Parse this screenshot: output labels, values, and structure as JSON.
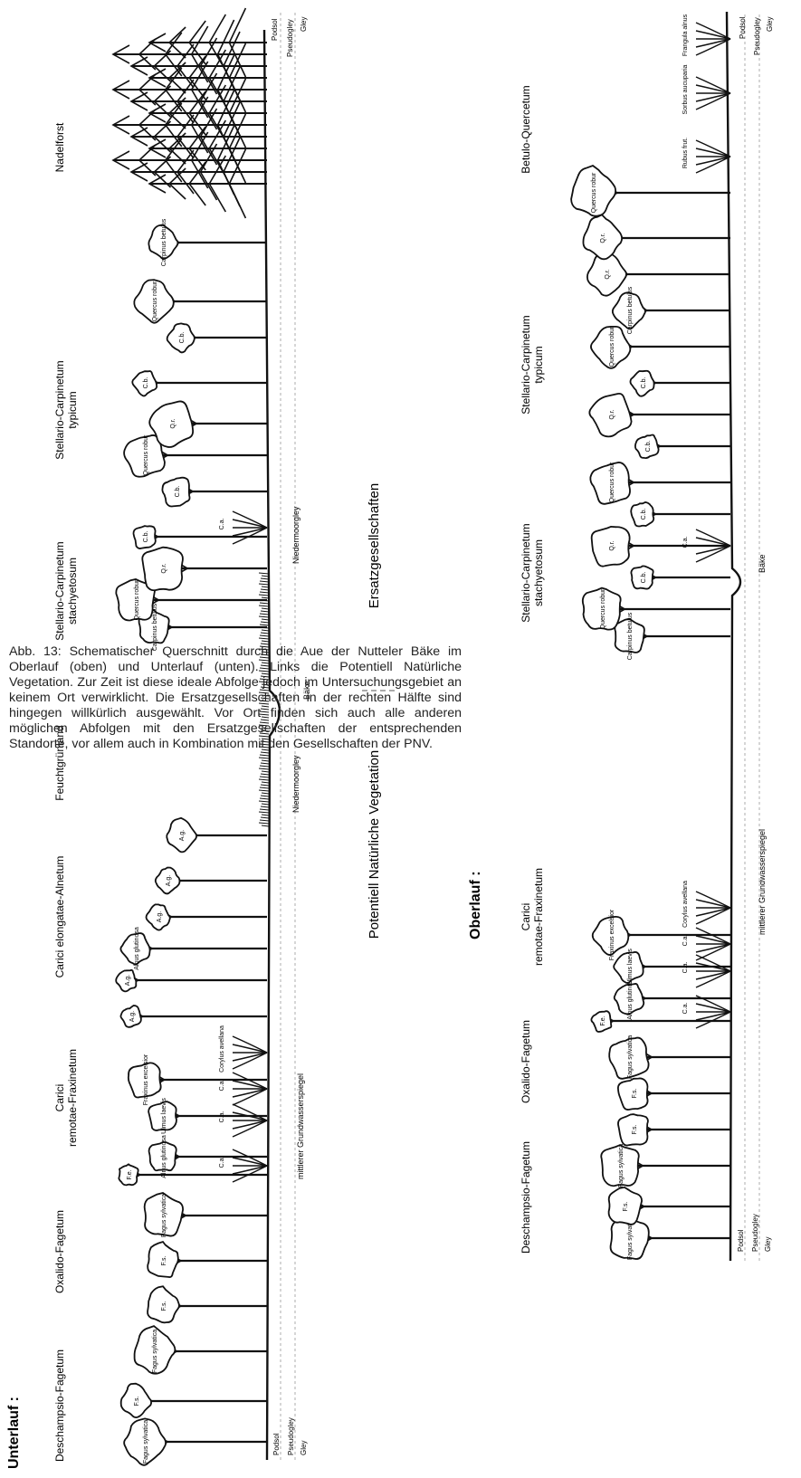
{
  "sections": {
    "lower_title": "Unterlauf :",
    "upper_title": "Oberlauf :"
  },
  "lower": {
    "communities": [
      "Deschampsio-Fagetum",
      "Oxalido-Fagetum",
      "Carici remotae-Fraxinetum",
      "Carici elongatae-Alnetum",
      "Feuchtgrünland",
      "Stellario-Carpinetum stachyetosum",
      "Stellario-Carpinetum typicum",
      "Nadelforst"
    ],
    "soils": [
      "Podsol",
      "Pseudogley",
      "Gley"
    ],
    "labels": {
      "groundwater": "mittlerer Grundwasserspiegel",
      "niedermoorgley_1": "Niedermoorgley",
      "niedermoorgley_2": "Niedermoorgley",
      "stream": "Bäke"
    },
    "trees_left": [
      "Fagus sylvatica",
      "F.s.",
      "Fagus sylvatica",
      "F.s.",
      "F.s.",
      "Fagus sylvatica",
      "F.e.",
      "Alnus glutinosa",
      "Ulmus laevis",
      "Fraxinus excelsior",
      "A.g.",
      "A.g.",
      "Alnus glutinosa",
      "A.g.",
      "A.g.",
      "A.g."
    ],
    "shrubs_left": [
      "C.a.",
      "C.a.",
      "C.a.",
      "Corylus avellana"
    ],
    "trees_right": [
      "Carpinus betulus",
      "Quercus robur",
      "Q.r.",
      "C.b.",
      "C.b.",
      "Quercus robur",
      "Q.r.",
      "C.b.",
      "C.b.",
      "Quercus robur",
      "Carpinus betulus"
    ],
    "shrubs_right": [
      "C.a."
    ]
  },
  "upper": {
    "communities": [
      "Deschampsio-Fagetum",
      "Oxalido-Fagetum",
      "Carici remotae-Fraxinetum",
      "Stellario-Carpinetum stachyetosum",
      "Stellario-Carpinetum typicum",
      "Betulo-Quercetum"
    ],
    "soils": [
      "Podsol",
      "Pseudogley",
      "Gley"
    ],
    "labels": {
      "groundwater": "mittlerer Grundwasserspiegel",
      "stream": "Bäke"
    },
    "trees_left": [
      "Fagus sylvatica",
      "F.s.",
      "Fagus sylvatica",
      "F.s.",
      "F.s.",
      "Fagus sylvatica",
      "F.e.",
      "Alnus glutinosa",
      "Ulmus laevis",
      "Fraxinus excelsior"
    ],
    "shrubs_left": [
      "C.a.",
      "C.a.",
      "C.a.",
      "Corylus avellana"
    ],
    "trees_right": [
      "Carpinus betulus",
      "Quercus robur",
      "C.b.",
      "Q.r.",
      "C.b.",
      "Quercus robur",
      "C.b.",
      "Q.r.",
      "C.b.",
      "Quercus robur",
      "Carpinus betulus",
      "Q.r.",
      "Q.r.",
      "Quercus robur"
    ],
    "shrubs_right": [
      "C.a.",
      "Rubus frut.",
      "Sorbus aucuparia",
      "Frangula alnus"
    ]
  },
  "legend": {
    "pnv": "Potentiell Natürliche Vegetation",
    "replacement": "Ersatzgesellschaften"
  },
  "caption": "Abb. 13: Schematischer Querschnitt durch die Aue der Nutteler Bäke im Oberlauf (oben) und Unterlauf (unten). Links die Potentiell Natürliche Vegetation. Zur Zeit ist diese ideale Abfolge jedoch im Untersuchungsgebiet an keinem Ort verwirklicht. Die Ersatzgesellschaften in der rechten Hälfte sind hingegen willkürlich ausgewählt. Vor Ort finden sich auch alle anderen möglichen Abfolgen mit den Ersatzgesellschaften der entsprechenden Standorte, vor allem auch in Kombination mit den Gesellschaften der PNV."
}
